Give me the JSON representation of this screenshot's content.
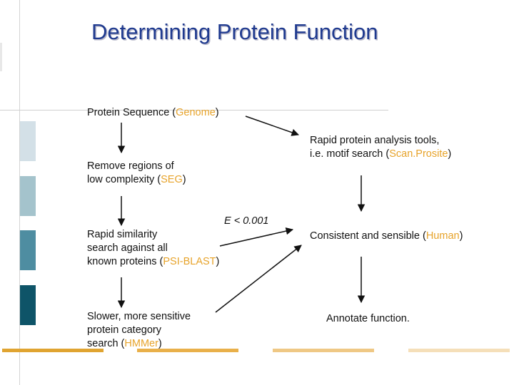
{
  "slide": {
    "title": "Determining Protein Function"
  },
  "nodes": {
    "sequence": {
      "prefix": "Protein Sequence (",
      "tool": "Genome",
      "suffix": ")"
    },
    "low_complexity": {
      "line1": "Remove regions of",
      "prefix": "low complexity (",
      "tool": "SEG",
      "suffix": ")"
    },
    "similarity": {
      "line1": "Rapid similarity",
      "line2": "search against all",
      "prefix": "known proteins (",
      "tool": "PSI-BLAST",
      "suffix": ")"
    },
    "sensitive": {
      "line1": "Slower, more sensitive",
      "line2": "protein category",
      "prefix": "search (",
      "tool": "HMMer",
      "suffix": ")"
    },
    "motif": {
      "line1": "Rapid protein analysis tools,",
      "prefix": "i.e. motif search (",
      "tool": "Scan.Prosite",
      "suffix": ")"
    },
    "consistent": {
      "prefix": "Consistent and sensible (",
      "tool": "Human",
      "suffix": ")"
    },
    "annotate": {
      "text": "Annotate function."
    }
  },
  "edge_labels": {
    "evalue": "E < 0.001"
  },
  "colors": {
    "title": "#1f3a8f",
    "tool_highlight": "#e7a32a",
    "text": "#111111"
  }
}
